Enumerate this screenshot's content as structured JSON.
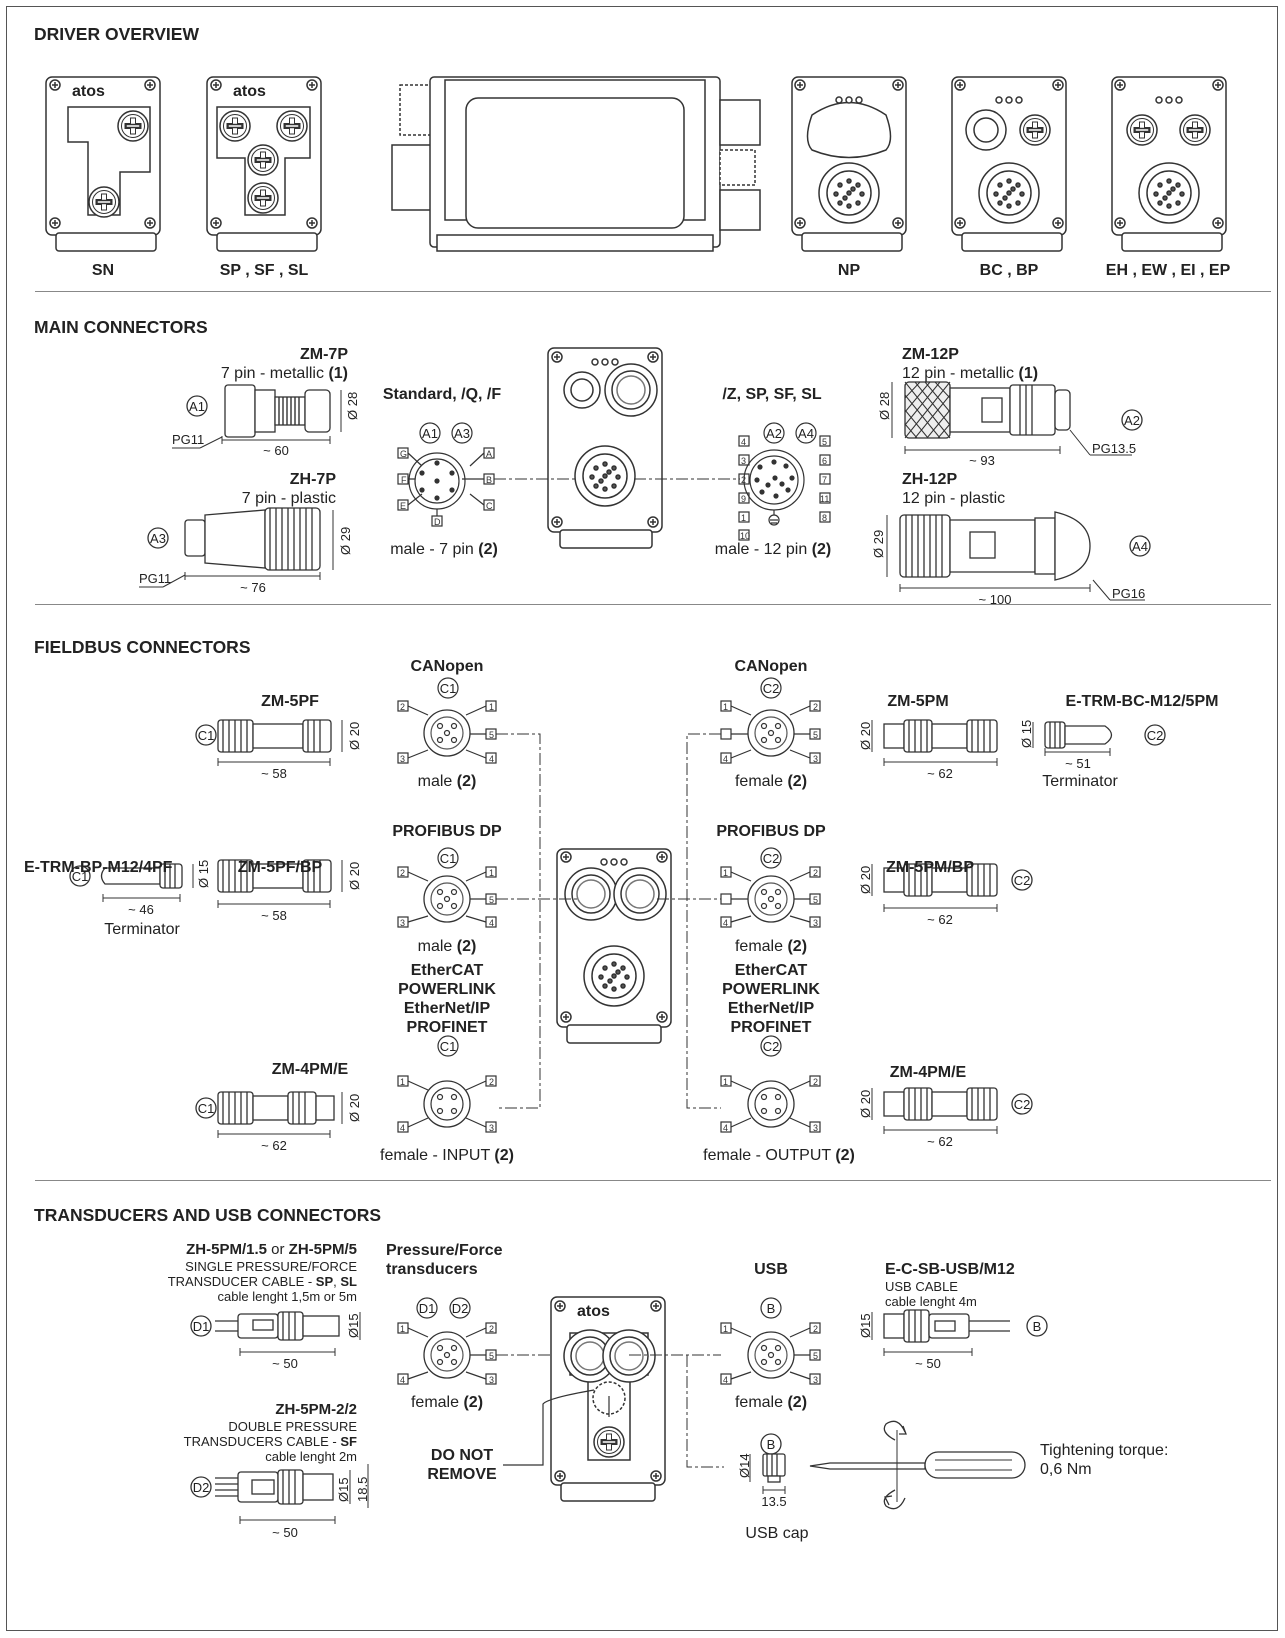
{
  "sections": {
    "driver_overview": "DRIVER OVERVIEW",
    "main_connectors": "MAIN CONNECTORS",
    "fieldbus_connectors": "FIELDBUS CONNECTORS",
    "transducers_usb": "TRANSDUCERS AND USB CONNECTORS"
  },
  "overview": {
    "brand": "atos",
    "labels": [
      "SN",
      "SP , SF , SL",
      "NP",
      "BC , BP",
      "EH , EW , EI , EP"
    ]
  },
  "main": {
    "zm7p_title": "ZM-7P",
    "zm7p_desc": "7 pin - metallic",
    "zm7p_note": "(1)",
    "zm7p_len": "~ 60",
    "zm7p_dia": "Ø 28",
    "zm7p_pg": "PG11",
    "zm7p_tag": "A1",
    "zh7p_title": "ZH-7P",
    "zh7p_desc": "7 pin - plastic",
    "zh7p_len": "~ 76",
    "zh7p_dia": "Ø 29",
    "zh7p_pg": "PG11",
    "zh7p_tag": "A3",
    "std_title": "Standard, /Q, /F",
    "std_tags": [
      "A1",
      "A3"
    ],
    "std_pins": [
      "G",
      "A",
      "F",
      "B",
      "E",
      "C",
      "D"
    ],
    "std_caption": "male - 7 pin",
    "std_note": "(2)",
    "z_title": "/Z, SP, SF, SL",
    "z_tags": [
      "A2",
      "A4"
    ],
    "z_pins": [
      "4",
      "5",
      "3",
      "6",
      "2",
      "7",
      "9",
      "11",
      "1",
      "8",
      "10"
    ],
    "z_caption": "male - 12 pin",
    "z_note": "(2)",
    "zm12p_title": "ZM-12P",
    "zm12p_desc": "12 pin - metallic",
    "zm12p_note": "(1)",
    "zm12p_len": "~ 93",
    "zm12p_dia": "Ø 28",
    "zm12p_pg": "PG13.5",
    "zm12p_tag": "A2",
    "zh12p_title": "ZH-12P",
    "zh12p_desc": "12 pin - plastic",
    "zh12p_len": "~ 100",
    "zh12p_dia": "Ø 29",
    "zh12p_pg": "PG16",
    "zh12p_tag": "A4"
  },
  "fieldbus": {
    "zm5pf": {
      "title": "ZM-5PF",
      "len": "~ 58",
      "dia": "Ø 20",
      "tag": "C1"
    },
    "canopen_l": {
      "title": "CANopen",
      "tag": "C1",
      "caption": "male",
      "note": "(2)",
      "pins": [
        "2",
        "1",
        "5",
        "3",
        "4"
      ]
    },
    "canopen_r": {
      "title": "CANopen",
      "tag": "C2",
      "caption": "female",
      "note": "(2)",
      "pins": [
        "1",
        "2",
        "5",
        "4",
        "3"
      ]
    },
    "zm5pm": {
      "title": "ZM-5PM",
      "len": "~ 62",
      "dia": "Ø 20"
    },
    "etrm_bc": {
      "title": "E-TRM-BC-M12/5PM",
      "len": "~ 51",
      "dia": "Ø 15",
      "tag": "C2",
      "caption": "Terminator"
    },
    "etrm_bp": {
      "title": "E-TRM-BP-M12/4PF",
      "len": "~ 46",
      "dia": "Ø 15",
      "tag": "C1",
      "caption": "Terminator"
    },
    "zm5pfbp": {
      "title": "ZM-5PF/BP",
      "len": "~ 58",
      "dia": "Ø 20"
    },
    "profibus_l": {
      "title": "PROFIBUS DP",
      "tag": "C1",
      "caption": "male",
      "note": "(2)",
      "pins": [
        "2",
        "1",
        "5",
        "3",
        "4"
      ]
    },
    "profibus_r": {
      "title": "PROFIBUS DP",
      "tag": "C2",
      "caption": "female",
      "note": "(2)",
      "pins": [
        "1",
        "2",
        "5",
        "4",
        "3"
      ]
    },
    "zm5pmbp": {
      "title": "ZM-5PM/BP",
      "len": "~ 62",
      "dia": "Ø 20",
      "tag": "C2"
    },
    "ethernet_lines": [
      "EtherCAT",
      "POWERLINK",
      "EtherNet/IP",
      "PROFINET"
    ],
    "eth_l": {
      "tag": "C1",
      "caption": "female - INPUT",
      "note": "(2)",
      "pins": [
        "1",
        "2",
        "4",
        "3"
      ]
    },
    "eth_r": {
      "tag": "C2",
      "caption": "female - OUTPUT",
      "note": "(2)",
      "pins": [
        "1",
        "2",
        "4",
        "3"
      ]
    },
    "zm4pme_l": {
      "title": "ZM-4PM/E",
      "len": "~ 62",
      "dia": "Ø 20",
      "tag": "C1"
    },
    "zm4pme_r": {
      "title": "ZM-4PM/E",
      "len": "~ 62",
      "dia": "Ø 20",
      "tag": "C2"
    }
  },
  "transducers": {
    "zh5pm_title_a": "ZH-5PM/1.5",
    "zh5pm_or": "or",
    "zh5pm_title_b": "ZH-5PM/5",
    "zh5pm_line1": "SINGLE PRESSURE/FORCE",
    "zh5pm_line2a": "TRANSDUCER CABLE - ",
    "zh5pm_line2b": "SP",
    "zh5pm_line2c": ", ",
    "zh5pm_line2d": "SL",
    "zh5pm_line3": "cable lenght 1,5m or 5m",
    "zh5pm_len": "~ 50",
    "zh5pm_dia": "Ø15",
    "zh5pm_tag": "D1",
    "zh5pm22_title": "ZH-5PM-2/2",
    "zh5pm22_line1": "DOUBLE PRESSURE",
    "zh5pm22_line2a": "TRANSDUCERS CABLE - ",
    "zh5pm22_line2b": "SF",
    "zh5pm22_line3": "cable lenght 2m",
    "zh5pm22_len": "~ 50",
    "zh5pm22_dia1": "Ø15",
    "zh5pm22_dia2": "18.5",
    "zh5pm22_tag": "D2",
    "pf_title1": "Pressure/Force",
    "pf_title2": "transducers",
    "pf_tags": [
      "D1",
      "D2"
    ],
    "pf_caption": "female",
    "pf_note": "(2)",
    "pf_pins": [
      "1",
      "2",
      "5",
      "4",
      "3"
    ],
    "dnr1": "DO NOT",
    "dnr2": "REMOVE",
    "usb_title": "USB",
    "usb_tag": "B",
    "usb_caption": "female",
    "usb_note": "(2)",
    "usb_pins": [
      "1",
      "2",
      "5",
      "4",
      "3"
    ],
    "ecsb_title": "E-C-SB-USB/M12",
    "ecsb_line1": "USB CABLE",
    "ecsb_line2": "cable lenght 4m",
    "ecsb_len": "~ 50",
    "ecsb_dia": "Ø15",
    "ecsb_tag": "B",
    "cap_tag": "B",
    "cap_dia": "Ø14",
    "cap_len": "13.5",
    "cap_caption": "USB cap",
    "torque1": "Tightening torque:",
    "torque2": "0,6 Nm"
  }
}
